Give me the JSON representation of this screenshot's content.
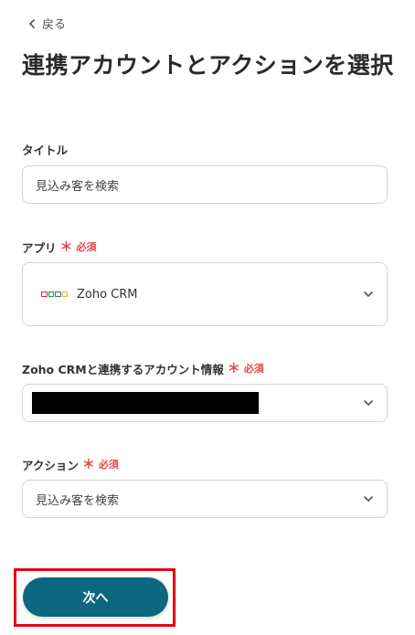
{
  "nav": {
    "back_label": "戻る"
  },
  "page": {
    "title": "連携アカウントとアクションを選択"
  },
  "fields": {
    "title": {
      "label": "タイトル",
      "value": "見込み客を検索"
    },
    "app": {
      "label": "アプリ",
      "required_label": "必須",
      "value": "Zoho CRM"
    },
    "account": {
      "label": "Zoho CRMと連携するアカウント情報",
      "required_label": "必須",
      "value": ""
    },
    "action": {
      "label": "アクション",
      "required_label": "必須",
      "value": "見込み客を検索"
    }
  },
  "buttons": {
    "next_label": "次へ"
  },
  "colors": {
    "primary_button": "#0d6780",
    "required": "#e5484d",
    "highlight": "#e60012",
    "zoho_red": "#e42527",
    "zoho_green": "#089949",
    "zoho_blue": "#226db4",
    "zoho_yellow": "#f9b21d"
  }
}
